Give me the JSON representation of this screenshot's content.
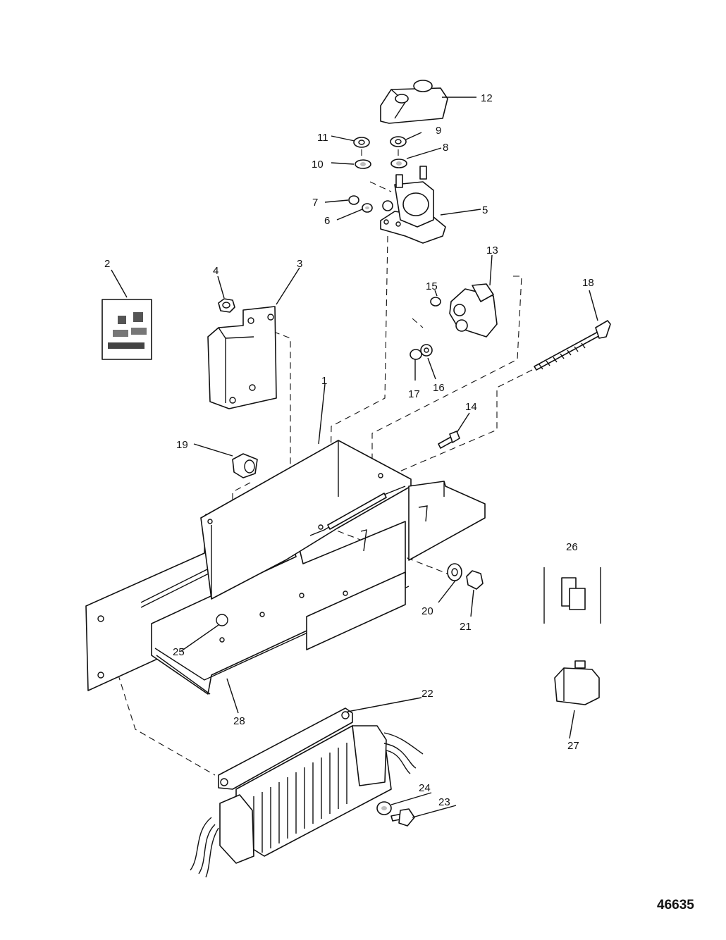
{
  "callouts": {
    "c1": "1",
    "c2": "2",
    "c3": "3",
    "c4": "4",
    "c5": "5",
    "c6": "6",
    "c7": "7",
    "c8": "8",
    "c9": "9",
    "c10": "10",
    "c11": "11",
    "c12": "12",
    "c13": "13",
    "c14": "14",
    "c15": "15",
    "c16": "16",
    "c17": "17",
    "c18": "18",
    "c19": "19",
    "c20": "20",
    "c21": "21",
    "c22": "22",
    "c23": "23",
    "c24": "24",
    "c25": "25",
    "c26": "26",
    "c27": "27",
    "c28": "28"
  },
  "figure_number": "46635"
}
